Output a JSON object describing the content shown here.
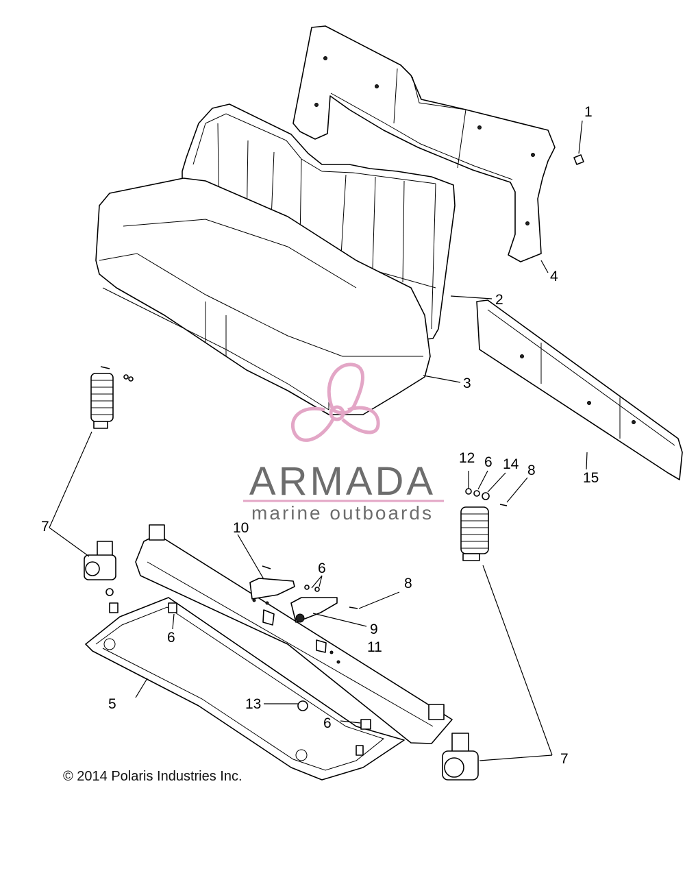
{
  "callouts": {
    "c1": "1",
    "c2": "2",
    "c3": "3",
    "c4": "4",
    "c5": "5",
    "c6a": "6",
    "c6b": "6",
    "c6c": "6",
    "c6d": "6",
    "c7a": "7",
    "c7b": "7",
    "c8a": "8",
    "c8b": "8",
    "c9": "9",
    "c10": "10",
    "c11": "11",
    "c12": "12",
    "c13": "13",
    "c14": "14",
    "c15": "15"
  },
  "watermark": {
    "brand": "ARMADA",
    "tagline": "marine outboards",
    "color": "#e3a6c6"
  },
  "footer": {
    "copyright": "© 2014 Polaris Industries Inc."
  }
}
